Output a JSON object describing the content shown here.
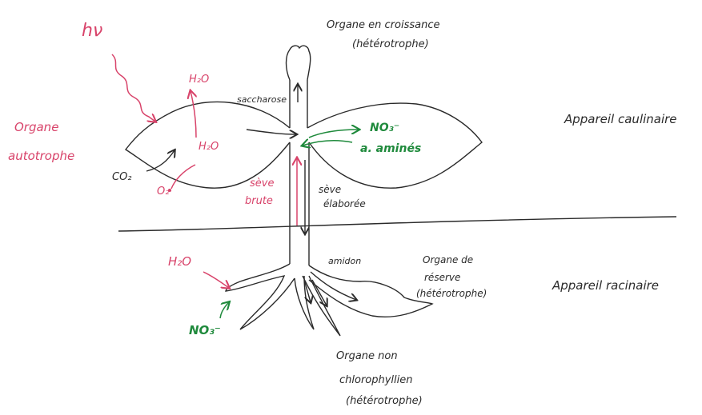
{
  "labels": {
    "hv": "hν",
    "growing_organ_line1": "Organe en croissance",
    "growing_organ_line2": "(hétérotrophe)",
    "saccharose": "saccharose",
    "h2o_top": "H₂O",
    "autotroph_line1": "Organe",
    "autotroph_line2": "autotrophe",
    "h2o_leaf": "H₂O",
    "co2": "CO₂",
    "o2": "O₂",
    "seve_brute_line1": "sève",
    "seve_brute_line2": "brute",
    "seve_elaboree_line1": "sève",
    "seve_elaboree_line2": "élaborée",
    "no3_leaf": "NO₃⁻",
    "acides_amines": "a. aminés",
    "appareil_caulinaire": "Appareil caulinaire",
    "h2o_root": "H₂O",
    "no3_root": "NO₃⁻",
    "amidon": "amidon",
    "reserve_line1": "Organe de",
    "reserve_line2": "réserve",
    "reserve_line3": "(hétérotrophe)",
    "appareil_racinaire": "Appareil racinaire",
    "non_chloro_line1": "Organe non",
    "non_chloro_line2": "chlorophyllien",
    "non_chloro_line3": "(hétérotrophe)"
  },
  "colors": {
    "ink": "#2a2a2a",
    "pink": "#d8436a",
    "green": "#1f8a3c"
  }
}
